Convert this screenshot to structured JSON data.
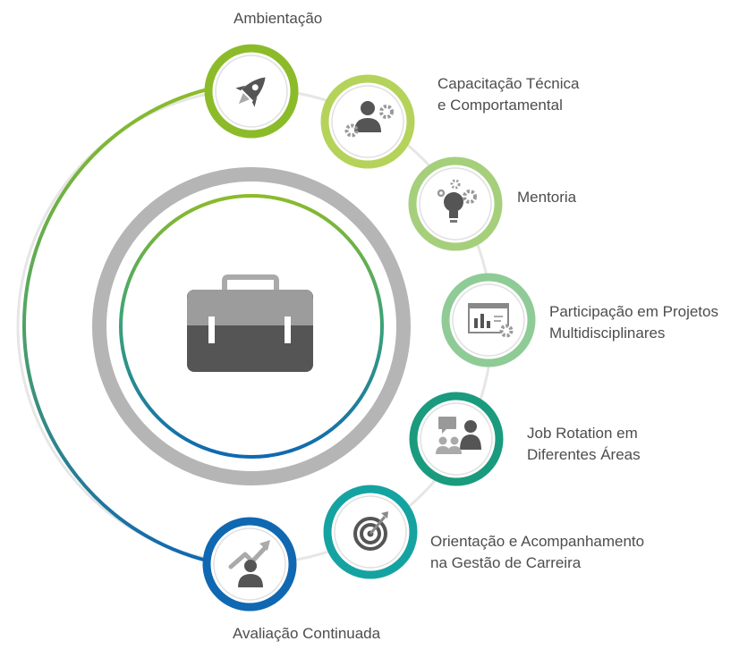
{
  "steps": [
    {
      "id": "ambientacao",
      "label_lines": [
        "Ambientação"
      ],
      "icon": "rocket-icon",
      "ring_color": "#8cbb2a"
    },
    {
      "id": "capacitacao",
      "label_lines": [
        "Capacitação Técnica",
        "e Comportamental"
      ],
      "icon": "person-gears-icon",
      "ring_color": "#b5d35a"
    },
    {
      "id": "mentoria",
      "label_lines": [
        "Mentoria"
      ],
      "icon": "lightbulb-gears-icon",
      "ring_color": "#a6cf7c"
    },
    {
      "id": "projetos",
      "label_lines": [
        "Participação em Projetos",
        "Multidisciplinares"
      ],
      "icon": "chart-board-gear-icon",
      "ring_color": "#8fcb96"
    },
    {
      "id": "job-rotation",
      "label_lines": [
        "Job Rotation em",
        "Diferentes Áreas"
      ],
      "icon": "meeting-people-icon",
      "ring_color": "#1a9b7e"
    },
    {
      "id": "orientacao",
      "label_lines": [
        "Orientação e Acompanhamento",
        "na Gestão de Carreira"
      ],
      "icon": "target-arrow-icon",
      "ring_color": "#15a3a2"
    },
    {
      "id": "avaliacao",
      "label_lines": [
        "Avaliação Continuada"
      ],
      "icon": "person-growth-arrow-icon",
      "ring_color": "#0f68b1"
    }
  ],
  "center": {
    "icon": "briefcase-icon"
  },
  "colors": {
    "green": "#8cbb2a",
    "blue": "#0f68b1",
    "gray_ring": "#b5b5b5",
    "icon_dark": "#555555",
    "text": "#4d4d4d"
  }
}
